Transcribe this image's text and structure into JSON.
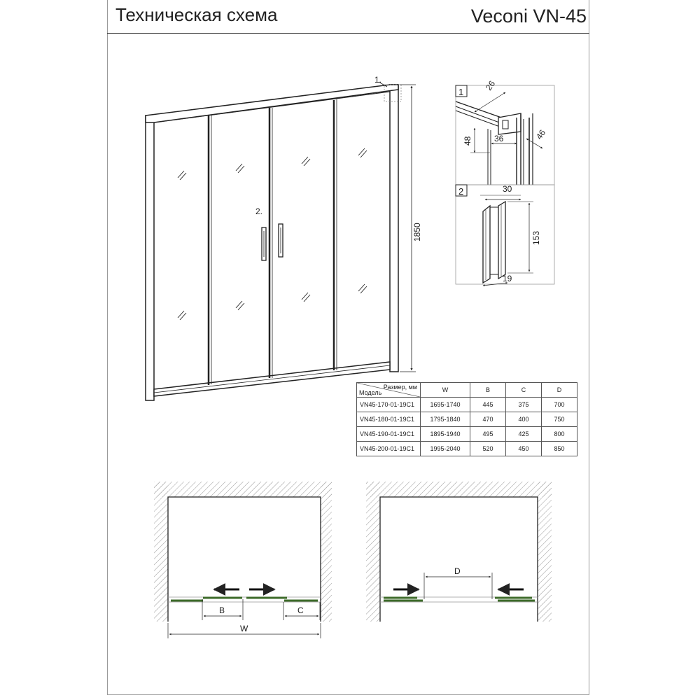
{
  "header": {
    "title": "Техническая схема",
    "model": "Veconi VN-45"
  },
  "front_view": {
    "detail_1_marker": "1.",
    "detail_2_marker": "2.",
    "height_dim": "1850"
  },
  "detail_1": {
    "num": "1",
    "dim_a": "26",
    "dim_b": "48",
    "dim_c": "36",
    "dim_d": "46"
  },
  "detail_2": {
    "num": "2",
    "dim_a": "30",
    "dim_b": "153",
    "dim_c": "19"
  },
  "spec_table": {
    "corner_top": "Размер, мм",
    "corner_bottom": "Модель",
    "columns": [
      "W",
      "B",
      "C",
      "D"
    ],
    "rows": [
      {
        "model": "VN45-170-01-19C1",
        "W": "1695-1740",
        "B": "445",
        "C": "375",
        "D": "700"
      },
      {
        "model": "VN45-180-01-19C1",
        "W": "1795-1840",
        "B": "470",
        "C": "400",
        "D": "750"
      },
      {
        "model": "VN45-190-01-19C1",
        "W": "1895-1940",
        "B": "495",
        "C": "425",
        "D": "800"
      },
      {
        "model": "VN45-200-01-19C1",
        "W": "1995-2040",
        "B": "520",
        "C": "450",
        "D": "850"
      }
    ]
  },
  "plan_left": {
    "label_b": "B",
    "label_c": "C",
    "label_w": "W"
  },
  "plan_right": {
    "label_d": "D"
  },
  "colors": {
    "glass_green": "#3d6b2a",
    "line": "#222222",
    "hatch": "#9a9a9a"
  }
}
